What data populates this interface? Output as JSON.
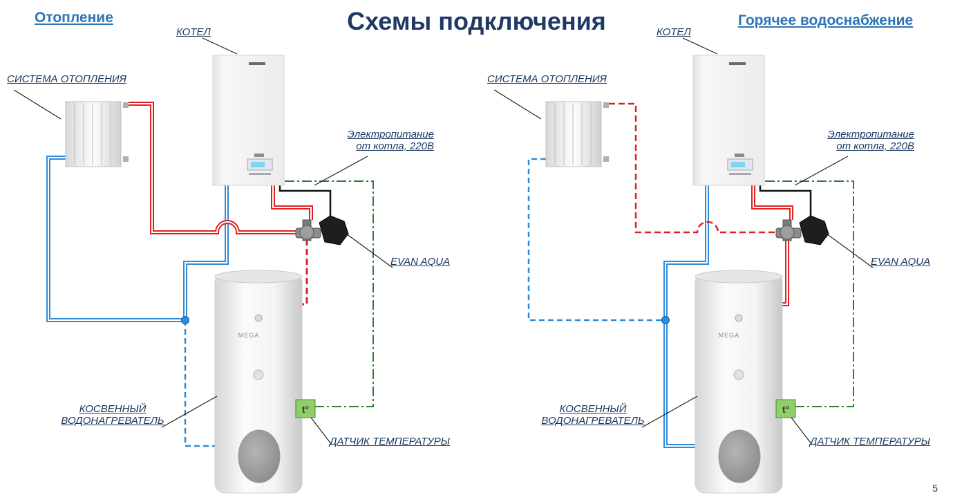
{
  "title": "Схемы подключения",
  "page_number": "5",
  "sections": [
    {
      "id": "heating",
      "heading": "Отопление",
      "labels": {
        "boiler": "КОТЕЛ",
        "heating_system": "СИСТЕМА ОТОПЛЕНИЯ",
        "power_line1": "Электропитание",
        "power_line2": "от котла, 220В",
        "device": "EVAN AQUA",
        "heater_line1": "КОСВЕННЫЙ",
        "heater_line2": "ВОДОНАГРЕВАТЕЛЬ",
        "sensor": "ДАТЧИК ТЕМПЕРАТУРЫ"
      }
    },
    {
      "id": "hot_water",
      "heading": "Горячее водоснабжение",
      "labels": {
        "boiler": "КОТЕЛ",
        "heating_system": "СИСТЕМА ОТОПЛЕНИЯ",
        "power_line1": "Электропитание",
        "power_line2": "от котла, 220В",
        "device": "EVAN AQUA",
        "heater_line1": "КОСВЕННЫЙ",
        "heater_line2": "ВОДОНАГРЕВАТЕЛЬ",
        "sensor": "ДАТЧИК ТЕМПЕРАТУРЫ"
      }
    }
  ],
  "tank_brand": "MEGA",
  "sensor_symbol": "t°",
  "colors": {
    "title": "#1f3864",
    "heading": "#2e75b6",
    "label": "#17375e",
    "supply_pipe": "#e02020",
    "return_pipe": "#2e8bd8",
    "control_wire": "#2e7d32",
    "power_wire": "#111111",
    "sensor_fill": "#8fce6a"
  }
}
